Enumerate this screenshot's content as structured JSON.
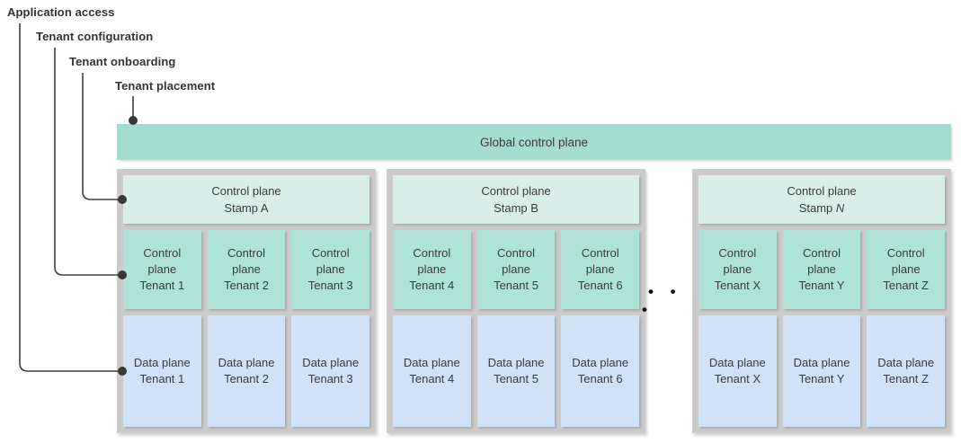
{
  "connector_labels": [
    {
      "id": "app-access",
      "label": "Application access"
    },
    {
      "id": "tenant-config",
      "label": "Tenant configuration"
    },
    {
      "id": "tenant-onboard",
      "label": "Tenant onboarding"
    },
    {
      "id": "tenant-place",
      "label": "Tenant placement"
    }
  ],
  "global_control_plane": {
    "label": "Global control plane"
  },
  "ellipsis": "• • •",
  "stamps": [
    {
      "header": {
        "line1": "Control plane",
        "prefix": "Stamp ",
        "name": "A",
        "name_italic": false
      },
      "control_tenants": [
        {
          "lines": [
            "Control",
            "plane",
            "Tenant 1"
          ]
        },
        {
          "lines": [
            "Control",
            "plane",
            "Tenant 2"
          ]
        },
        {
          "lines": [
            "Control",
            "plane",
            "Tenant 3"
          ]
        }
      ],
      "data_tenants": [
        {
          "lines": [
            "Data plane",
            "Tenant 1"
          ]
        },
        {
          "lines": [
            "Data plane",
            "Tenant 2"
          ]
        },
        {
          "lines": [
            "Data plane",
            "Tenant 3"
          ]
        }
      ]
    },
    {
      "header": {
        "line1": "Control plane",
        "prefix": "Stamp ",
        "name": "B",
        "name_italic": false
      },
      "control_tenants": [
        {
          "lines": [
            "Control",
            "plane",
            "Tenant 4"
          ]
        },
        {
          "lines": [
            "Control",
            "plane",
            "Tenant 5"
          ]
        },
        {
          "lines": [
            "Control",
            "plane",
            "Tenant 6"
          ]
        }
      ],
      "data_tenants": [
        {
          "lines": [
            "Data plane",
            "Tenant 4"
          ]
        },
        {
          "lines": [
            "Data plane",
            "Tenant 5"
          ]
        },
        {
          "lines": [
            "Data plane",
            "Tenant 6"
          ]
        }
      ]
    },
    {
      "header": {
        "line1": "Control plane",
        "prefix": "Stamp ",
        "name": "N",
        "name_italic": true
      },
      "control_tenants": [
        {
          "lines": [
            "Control",
            "plane",
            "Tenant X"
          ]
        },
        {
          "lines": [
            "Control",
            "plane",
            "Tenant Y"
          ]
        },
        {
          "lines": [
            "Control",
            "plane",
            "Tenant Z"
          ]
        }
      ],
      "data_tenants": [
        {
          "lines": [
            "Data plane",
            "Tenant X"
          ]
        },
        {
          "lines": [
            "Data plane",
            "Tenant Y"
          ]
        },
        {
          "lines": [
            "Data plane",
            "Tenant Z"
          ]
        }
      ]
    }
  ],
  "colors": {
    "global_bar": "#a6dbd0",
    "stamp_container": "#cbcbcb",
    "stamp_header": "#d8efe9",
    "control_tenant": "#afe3d7",
    "data_tenant": "#cfe2f8",
    "connector_line": "#404040",
    "connector_dot": "#383838",
    "text": "#3b3b3b"
  }
}
